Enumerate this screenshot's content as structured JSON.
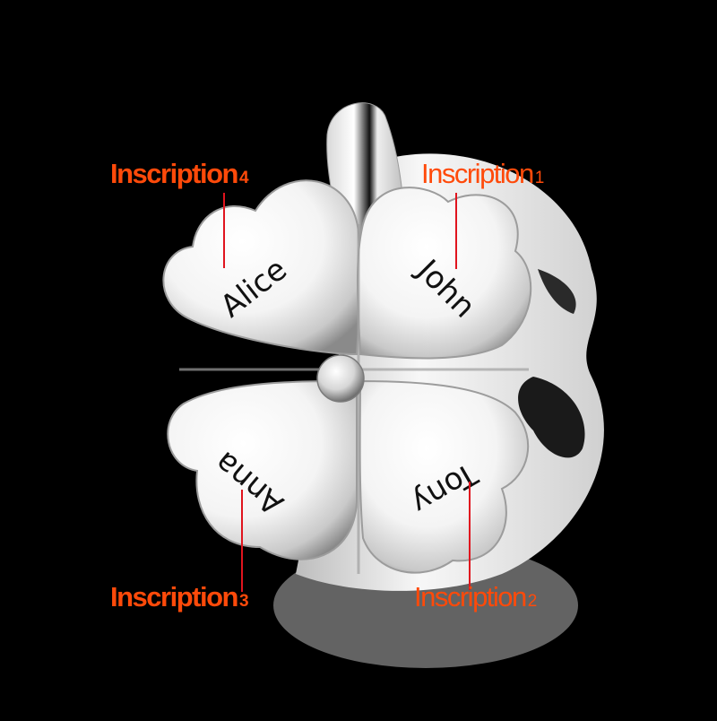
{
  "product": {
    "description": "Silver four-leaf clover charm with engraved names",
    "engravings": [
      {
        "petal": "top-right",
        "text": "John",
        "callout": "Inscription",
        "number": "1"
      },
      {
        "petal": "bottom-right",
        "text": "Tony",
        "callout": "Inscription",
        "number": "2"
      },
      {
        "petal": "bottom-left",
        "text": "Anna",
        "callout": "Inscription",
        "number": "3"
      },
      {
        "petal": "top-left",
        "text": "Alice",
        "callout": "Inscription",
        "number": "4"
      }
    ]
  },
  "colors": {
    "background": "#000000",
    "label": "#ff4a0a",
    "leader_line": "#e0141e",
    "silver_light": "#ffffff",
    "silver_dark": "#6b6b6b",
    "engraving": "#111111"
  }
}
